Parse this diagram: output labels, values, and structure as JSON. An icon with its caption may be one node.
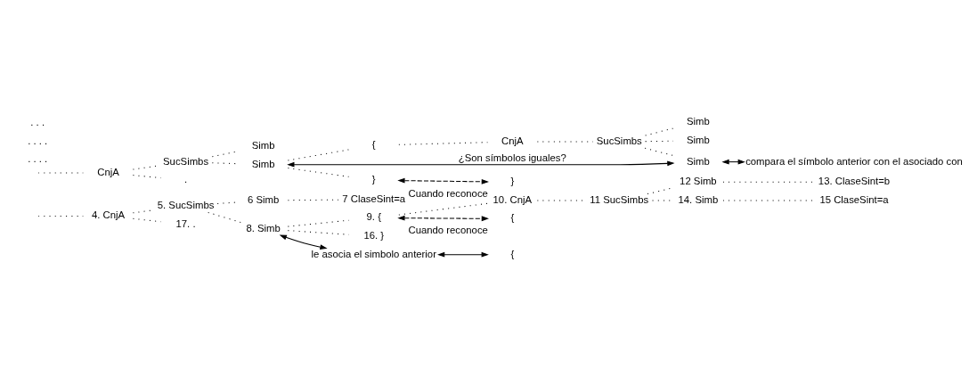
{
  "diagram": {
    "nodes": [
      {
        "text": [
          "4. CnjA"
        ]
      },
      {
        "text": [
          "5. SucSimbs"
        ]
      },
      {
        "text": [
          "6 Simb"
        ]
      },
      {
        "text": [
          "7 ClaseSint=a"
        ]
      },
      {
        "text": [
          "8. Simb"
        ]
      },
      {
        "text": [
          "9. {"
        ]
      },
      {
        "text": [
          "10. CnjA"
        ]
      },
      {
        "text": [
          "11 SucSimbs"
        ]
      },
      {
        "text": [
          "12 Simb"
        ]
      },
      {
        "text": [
          "13. ClaseSint=b"
        ]
      },
      {
        "text": [
          "14. Simb"
        ]
      },
      {
        "text": [
          "15 ClaseSint=a"
        ]
      },
      {
        "text": [
          "16. }"
        ]
      },
      {
        "text": [
          "17. ."
        ]
      },
      {
        "text": [
          "{"
        ],
        "beside": [
          "Cuando reconoce"
        ]
      },
      {
        "text": [
          "le asocia el simbolo anterior"
        ]
      },
      {
        "text": [
          "CnjA"
        ]
      },
      {
        "text": [
          "SucSimbs"
        ]
      },
      {
        "text": [
          "Simb"
        ]
      },
      {
        "text": [
          "Simb"
        ]
      },
      {
        "text": [
          "{"
        ]
      },
      {
        "text": [
          "CnjA"
        ]
      },
      {
        "text": [
          "SucSimbs"
        ]
      },
      {
        "text": [
          "Simb"
        ]
      },
      {
        "text": [
          "Simb"
        ]
      },
      {
        "text": [
          "Simb"
        ]
      },
      {
        "text": [
          "}"
        ]
      },
      {
        "text": [
          "."
        ]
      },
      {
        "text": [
          "}"
        ],
        "beside": [
          "Cuando reconoce"
        ]
      },
      {
        "text": [
          "compara el símbolo anterior con el asociado con"
        ]
      },
      {
        "text": [
          "{"
        ]
      }
    ],
    "edges": [
      {
        "from": null,
        "to": 0,
        "arrow": "none",
        "style": "dashed"
      },
      {
        "from": 0,
        "to": 1,
        "arrow": "none",
        "style": "dashed"
      },
      {
        "from": 1,
        "to": 2,
        "arrow": "none",
        "style": "dashed"
      },
      {
        "from": 2,
        "to": 3,
        "arrow": "none",
        "style": "dashed"
      },
      {
        "from": 1,
        "to": 4,
        "arrow": "none",
        "style": "dashed"
      },
      {
        "from": 4,
        "to": 5,
        "arrow": "none",
        "style": "dashed"
      },
      {
        "from": 5,
        "to": 6,
        "arrow": "none",
        "style": "dashed"
      },
      {
        "from": 6,
        "to": 7,
        "arrow": "none",
        "style": "dashed"
      },
      {
        "from": 7,
        "to": 8,
        "arrow": "none",
        "style": "dashed"
      },
      {
        "from": 8,
        "to": 9,
        "arrow": "none",
        "style": "dashed"
      },
      {
        "from": 7,
        "to": 10,
        "arrow": "none",
        "style": "dashed"
      },
      {
        "from": 10,
        "to": 11,
        "arrow": "none",
        "style": "dashed"
      },
      {
        "from": 4,
        "to": 12,
        "arrow": "none",
        "style": "dashed"
      },
      {
        "from": 0,
        "to": 13,
        "arrow": "none",
        "style": "dashed"
      },
      {
        "from": 5,
        "to": 14,
        "arrow": "both",
        "style": "dashed"
      },
      {
        "from": 4,
        "to": 15,
        "arrow": "both"
      },
      {
        "from": 15,
        "to": 30,
        "arrow": "both"
      },
      {
        "from": null,
        "to": 16,
        "arrow": "none",
        "style": "dashed"
      },
      {
        "from": 16,
        "to": 17,
        "arrow": "none",
        "style": "dashed"
      },
      {
        "from": 17,
        "to": 18,
        "arrow": "none",
        "style": "dashed"
      },
      {
        "from": 17,
        "to": 19,
        "arrow": "none",
        "style": "dashed"
      },
      {
        "from": 19,
        "to": 20,
        "arrow": "none",
        "style": "dashed"
      },
      {
        "from": 20,
        "to": 21,
        "arrow": "none",
        "style": "dashed"
      },
      {
        "from": 21,
        "to": 22,
        "arrow": "none",
        "style": "dashed"
      },
      {
        "from": 22,
        "to": 23,
        "arrow": "none",
        "style": "dashed"
      },
      {
        "from": 22,
        "to": 24,
        "arrow": "none",
        "style": "dashed"
      },
      {
        "from": 22,
        "to": 25,
        "arrow": "none",
        "style": "dashed"
      },
      {
        "from": 19,
        "to": 26,
        "arrow": "none",
        "style": "dashed"
      },
      {
        "from": 16,
        "to": 27,
        "arrow": "none",
        "style": "dashed"
      },
      {
        "from": 19,
        "to": 25,
        "arrow": "both",
        "label": "¿Son símbolos iguales?"
      },
      {
        "from": 26,
        "to": 28,
        "arrow": "both",
        "style": "dashed"
      },
      {
        "from": 25,
        "to": 29,
        "arrow": "both"
      }
    ],
    "labels": [
      ". . . .",
      ". . . .",
      ". . ."
    ]
  }
}
